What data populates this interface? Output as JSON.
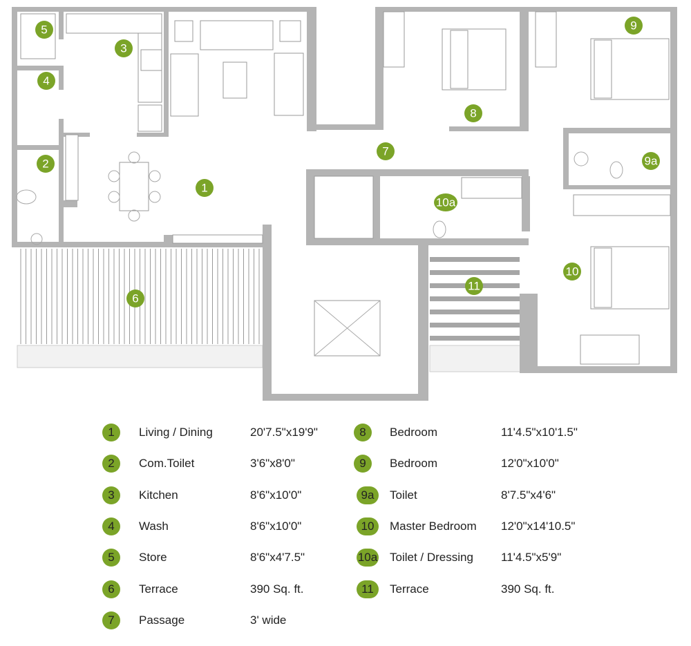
{
  "colors": {
    "badge": "#7ba428",
    "wall": "#b4b4b4",
    "furniture_stroke": "#9a9a9a"
  },
  "plan_badges": [
    "1",
    "2",
    "3",
    "4",
    "5",
    "6",
    "7",
    "8",
    "9",
    "9a",
    "10",
    "10a",
    "11"
  ],
  "legend": [
    {
      "num": "1",
      "name": "Living / Dining",
      "size": "20'7.5\"x19'9\""
    },
    {
      "num": "2",
      "name": "Com.Toilet",
      "size": "3'6\"x8'0\""
    },
    {
      "num": "3",
      "name": "Kitchen",
      "size": "8'6\"x10'0\""
    },
    {
      "num": "4",
      "name": "Wash",
      "size": "8'6\"x10'0\""
    },
    {
      "num": "5",
      "name": "Store",
      "size": "8'6\"x4'7.5\""
    },
    {
      "num": "6",
      "name": "Terrace",
      "size": "390 Sq. ft."
    },
    {
      "num": "7",
      "name": "Passage",
      "size": "3' wide"
    },
    {
      "num": "8",
      "name": "Bedroom",
      "size": "11'4.5\"x10'1.5\""
    },
    {
      "num": "9",
      "name": "Bedroom",
      "size": "12'0\"x10'0\""
    },
    {
      "num": "9a",
      "name": "Toilet",
      "size": "8'7.5\"x4'6\""
    },
    {
      "num": "10",
      "name": "Master Bedroom",
      "size": "12'0\"x14'10.5\""
    },
    {
      "num": "10a",
      "name": "Toilet / Dressing",
      "size": "11'4.5\"x5'9\""
    },
    {
      "num": "11",
      "name": "Terrace",
      "size": "390 Sq. ft."
    }
  ]
}
